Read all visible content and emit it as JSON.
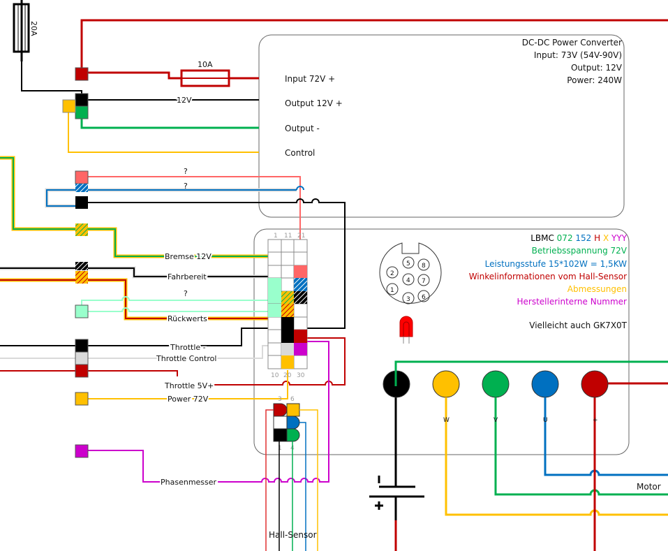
{
  "colors": {
    "red": "#c00000",
    "salmon": "#ff6666",
    "black": "#000000",
    "green": "#00b050",
    "yellow": "#ffc000",
    "blue": "#0070c0",
    "mint": "#99ffcc",
    "gray": "#d9d9d9",
    "magenta": "#cc00cc"
  },
  "fuses": {
    "main": "20A",
    "converter": "10A"
  },
  "converter": {
    "title": "DC-DC Power Converter",
    "input_spec": "Input: 73V (54V-90V)",
    "output_spec": "Output: 12V",
    "power_spec": "Power: 240W",
    "terminals": [
      "Input 72V +",
      "Output 12V +",
      "Output -",
      "Control"
    ]
  },
  "controller": {
    "model_parts": [
      {
        "text": "LBMC ",
        "color": "#000000"
      },
      {
        "text": "072 ",
        "color": "#00b050"
      },
      {
        "text": "152 ",
        "color": "#0070c0"
      },
      {
        "text": "H ",
        "color": "#c00000"
      },
      {
        "text": "X ",
        "color": "#ffc000"
      },
      {
        "text": "YYY",
        "color": "#cc00cc"
      }
    ],
    "legend": [
      {
        "text": "Betriebsspannung 72V",
        "color": "#00b050"
      },
      {
        "text": "Leistungsstufe 15*102W = 1,5KW",
        "color": "#0070c0"
      },
      {
        "text": "Winkelinformationen  vom Hall-Sensor",
        "color": "#c00000"
      },
      {
        "text": "Abmessungen",
        "color": "#ffc000"
      },
      {
        "text": "Herstellerinterne Nummer",
        "color": "#cc00cc"
      }
    ],
    "alt_model": "Vielleicht auch GK7X0T",
    "connector_top_labels": [
      "1",
      "11",
      "21"
    ],
    "connector_bottom_labels": [
      "10",
      "20",
      "30"
    ],
    "round_connector_pins": [
      "1",
      "2",
      "3",
      "4",
      "5",
      "6",
      "7",
      "8"
    ],
    "phase_terminals": [
      "-",
      "W",
      "V",
      "U",
      "+"
    ]
  },
  "wire_labels": {
    "v12": "12V",
    "unknown1": "?",
    "unknown2": "?",
    "unknown3": "?",
    "brake": "Bremse 12V",
    "ready": "Fahrbereit",
    "reverse": "Rückwerts",
    "throttle_minus": "Throttle -",
    "throttle_control": "Throttle Control",
    "throttle_5v": "Throttle 5V+",
    "power72": "Power 72V",
    "phase_meter": "Phasenmesser"
  },
  "hall": {
    "label": "Hall-Sensor",
    "pin_labels_top": [
      "3",
      "6"
    ],
    "pin_labels_bottom": [
      "1",
      "4"
    ]
  },
  "motor_label": "Motor",
  "battery": {
    "minus": "-",
    "plus": "+"
  }
}
